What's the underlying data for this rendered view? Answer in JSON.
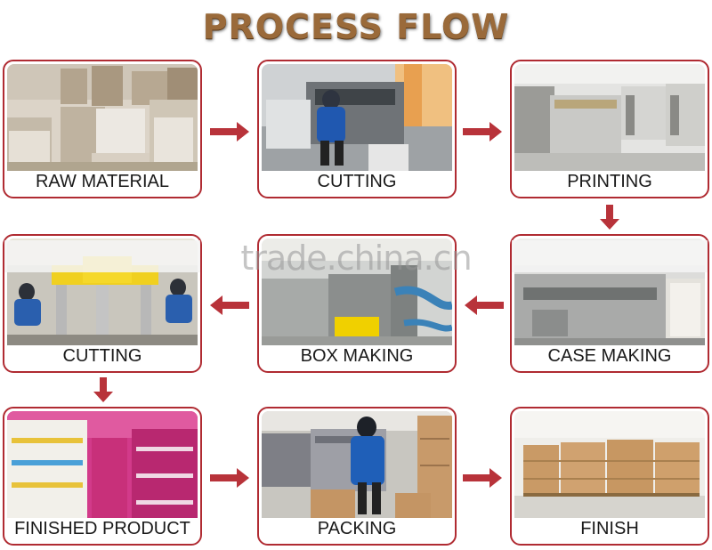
{
  "title": "PROCESS FLOW",
  "watermark": "trade.china.cn",
  "steps": [
    {
      "label": "RAW MATERIAL"
    },
    {
      "label": "CUTTING"
    },
    {
      "label": "PRINTING"
    },
    {
      "label": "CUTTING"
    },
    {
      "label": "BOX MAKING"
    },
    {
      "label": "CASE MAKING"
    },
    {
      "label": "FINISHED PRODUCT"
    },
    {
      "label": "PACKING"
    },
    {
      "label": "FINISH"
    }
  ],
  "colors": {
    "border": "#b02b32",
    "arrow": "#b8333a",
    "title": "#9a6a3a"
  }
}
